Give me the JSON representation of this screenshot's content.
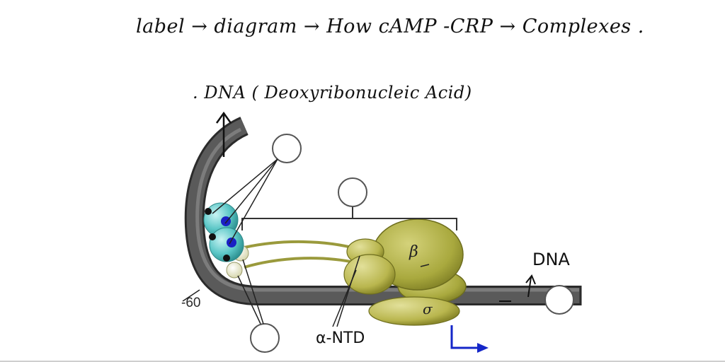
{
  "annotations": {
    "title": "label → diagram → How cAMP -CRP → Complexes .",
    "dna_full": ". DNA ( Deoxyribonucleic Acid)",
    "dna_right": "DNA",
    "alpha_ntd": "α-NTD",
    "minus_60": "-60",
    "beta": "β",
    "sigma": "σ"
  },
  "colors": {
    "dna": "#4f4f4f",
    "crp": "#5cc7c7",
    "camp": "#1a1fc4",
    "polymerase": "#a9a93e",
    "polymerase_light": "#c3c05e",
    "ctd": "#e6e6c6",
    "arrow_blue": "#1426c8",
    "label_circle": "#555555"
  }
}
